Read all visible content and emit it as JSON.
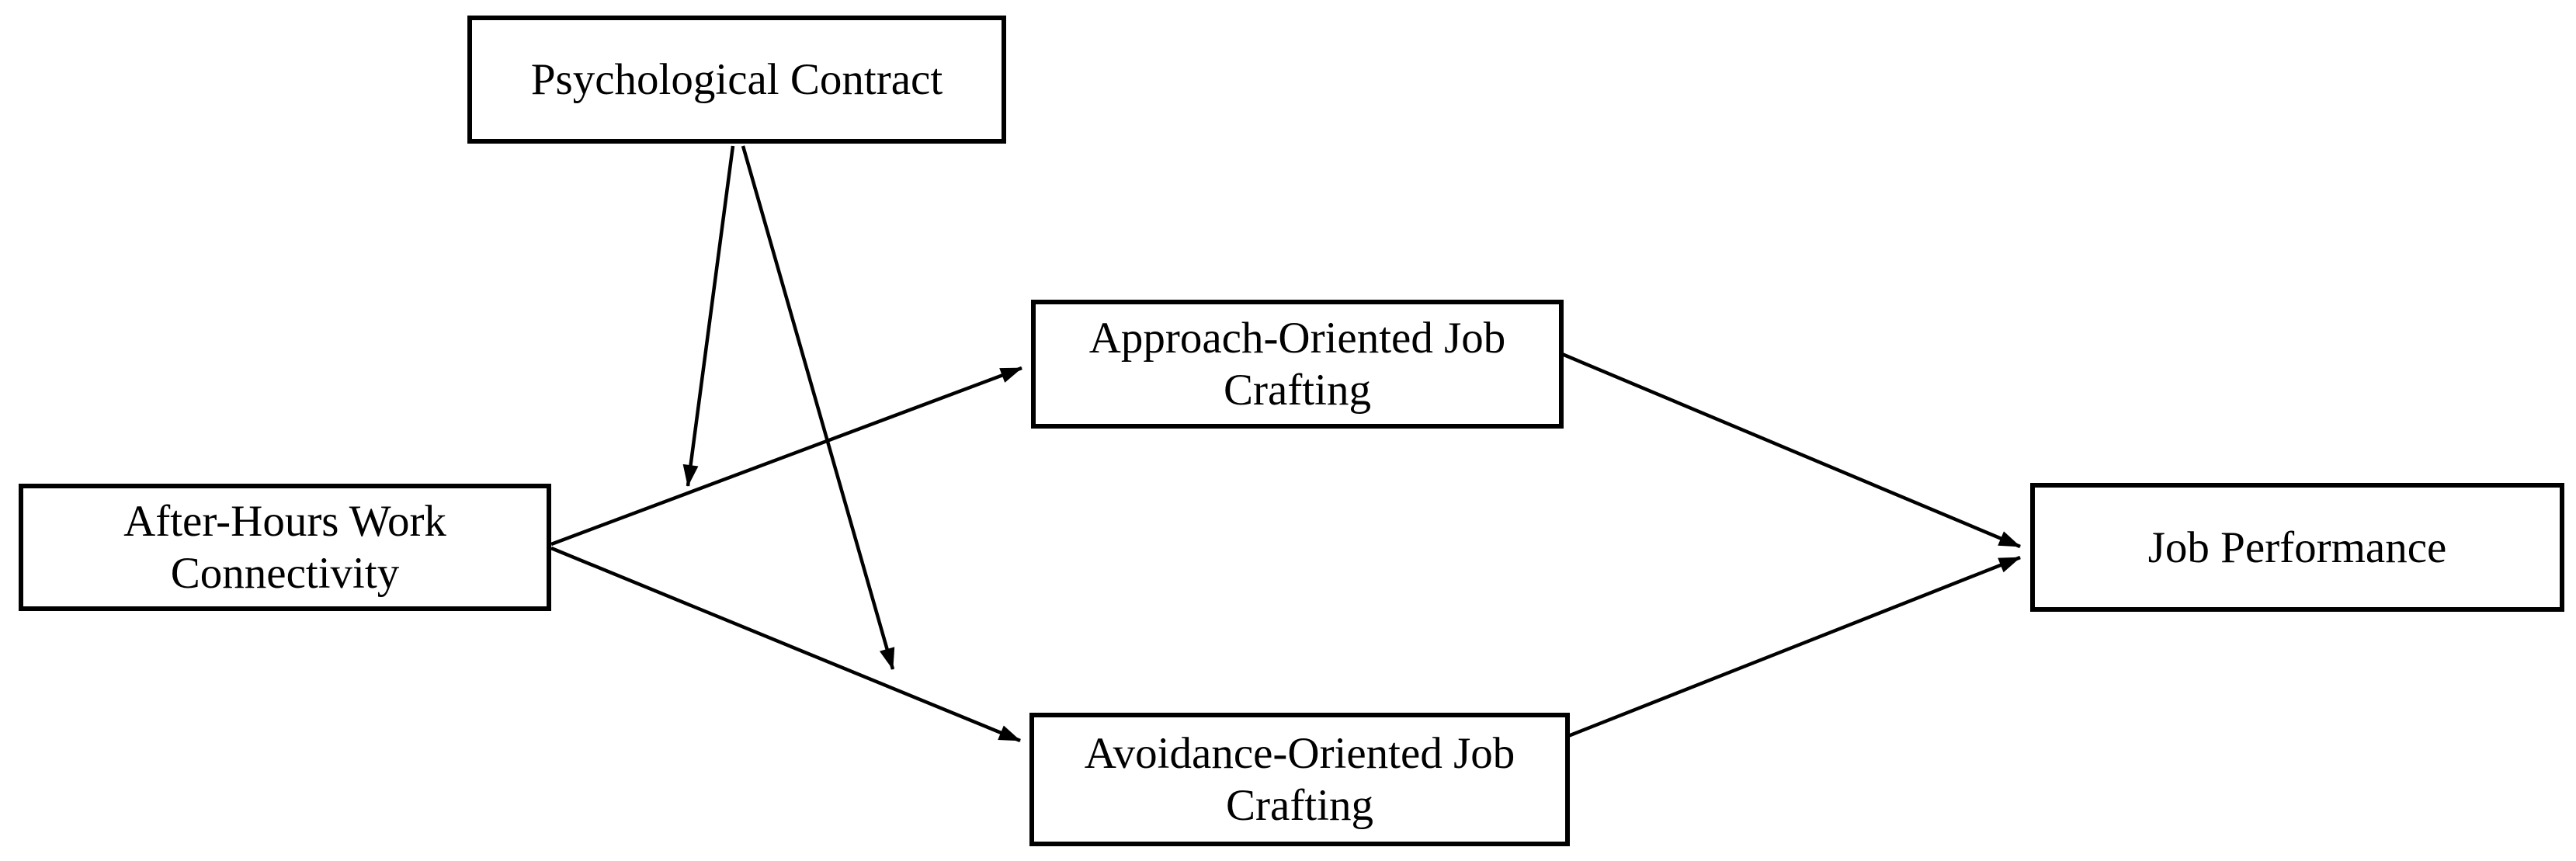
{
  "diagram": {
    "type": "path-model",
    "background_color": "#ffffff",
    "node_fill_color": "#ffffff",
    "node_border_color": "#000000",
    "arrow_color": "#000000"
  },
  "nodes": {
    "psychological_contract": {
      "label": "Psychological Contract",
      "role": "moderator"
    },
    "after_hours_work_connectivity": {
      "label": "After-Hours Work Connectivity",
      "role": "independent-variable"
    },
    "approach_oriented_job_crafting": {
      "label": "Approach-Oriented Job Crafting",
      "role": "mediator"
    },
    "avoidance_oriented_job_crafting": {
      "label": "Avoidance-Oriented Job Crafting",
      "role": "mediator"
    },
    "job_performance": {
      "label": "Job Performance",
      "role": "dependent-variable"
    }
  },
  "edges": [
    {
      "from": "after_hours_work_connectivity",
      "to": "approach_oriented_job_crafting",
      "type": "direct"
    },
    {
      "from": "after_hours_work_connectivity",
      "to": "avoidance_oriented_job_crafting",
      "type": "direct"
    },
    {
      "from": "approach_oriented_job_crafting",
      "to": "job_performance",
      "type": "direct"
    },
    {
      "from": "avoidance_oriented_job_crafting",
      "to": "job_performance",
      "type": "direct"
    },
    {
      "from": "psychological_contract",
      "to": "path: after_hours_work_connectivity -> approach_oriented_job_crafting",
      "type": "moderation"
    },
    {
      "from": "psychological_contract",
      "to": "path: after_hours_work_connectivity -> avoidance_oriented_job_crafting",
      "type": "moderation"
    }
  ]
}
